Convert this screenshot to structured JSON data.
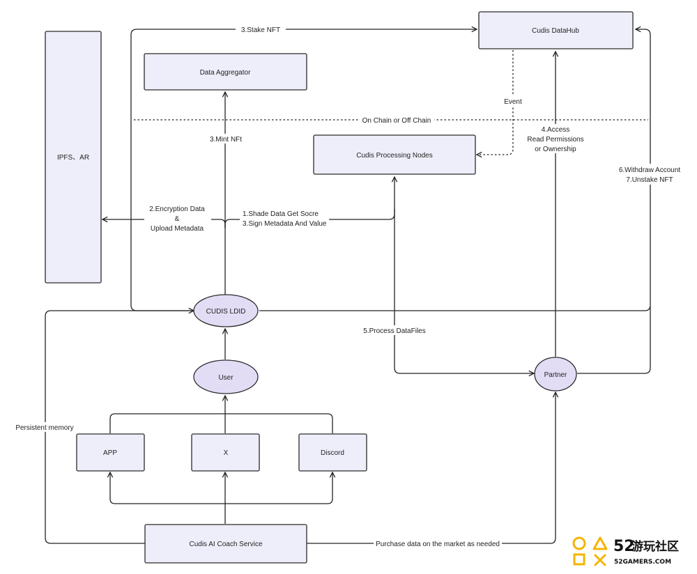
{
  "nodes": {
    "ipfs_ar": "IPFS、AR",
    "data_aggregator": "Data  Aggregator",
    "cudis_datahub": "Cudis DataHub",
    "cudis_processing_nodes": "Cudis Processing Nodes",
    "cudis_ldid": "CUDIS LDID",
    "user": "User",
    "app": "APP",
    "x": "X",
    "discord": "Discord",
    "partner": "Partner",
    "cudis_ai_coach_service": "Cudis AI Coach Service"
  },
  "labels": {
    "stake_nft": "3.Stake NFT",
    "on_chain_off_chain": "On Chain or Off Chain",
    "event": "Event",
    "mint_nft": "3.Mint NFt",
    "access_line1": "4.Access",
    "access_line2": "Read Permissions",
    "access_line3": "or Ownership",
    "withdraw_line1": "6.Withdraw Account",
    "withdraw_line2": "7.Unstake NFT",
    "encryption_line1": "2.Encryption Data",
    "encryption_line2": "&",
    "encryption_line3": "Upload Metadata",
    "shade_line1": "1.Shade Data Get Socre",
    "shade_line2": "3.Sign Metadata And Value",
    "process_datafiles": "5.Process DataFiles",
    "persistent_memory": "Persistent memory",
    "purchase_data": "Purchase data on the market as needed"
  },
  "watermark": {
    "number": "52",
    "chinese": "游玩社区",
    "site": "52GAMERS.COM"
  },
  "colors": {
    "box_fill": "#eeeefb",
    "ellipse_fill": "#e3dcf5",
    "watermark_accent": "#f4b400"
  }
}
